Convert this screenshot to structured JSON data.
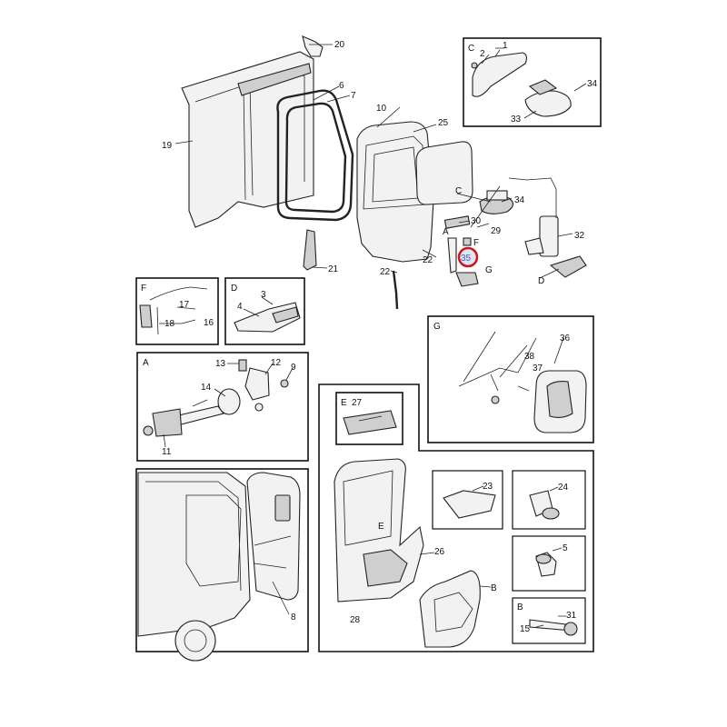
{
  "highlight": {
    "label": "35",
    "ring_color": "#d0141e"
  },
  "main_labels": {
    "l20": "20",
    "l6": "6",
    "l7": "7",
    "l19": "19",
    "l10": "10",
    "l25": "25",
    "l21": "21",
    "l22a": "22",
    "l22b": "22",
    "l30": "30",
    "l29": "29",
    "l34": "34",
    "l32": "32",
    "lA": "A",
    "lF": "F",
    "lG": "G",
    "lC": "C",
    "lD": "D"
  },
  "box_c": {
    "letter": "C",
    "l1": "1",
    "l2": "2",
    "l34": "34",
    "l33": "33"
  },
  "box_f": {
    "letter": "F",
    "l17": "17",
    "l18": "18",
    "l16": "16"
  },
  "box_d": {
    "letter": "D",
    "l3": "3",
    "l4": "4"
  },
  "box_g": {
    "letter": "G",
    "l36": "36",
    "l38": "38",
    "l37": "37"
  },
  "box_a": {
    "letter": "A",
    "l13": "13",
    "l12": "12",
    "l9": "9",
    "l14": "14",
    "l11": "11"
  },
  "box_cab": {
    "l8": "8"
  },
  "box_door": {
    "lE_top": "E",
    "l27": "27",
    "lE": "E",
    "l26": "26",
    "l28": "28",
    "lB": "B"
  },
  "box_23": {
    "l23": "23"
  },
  "box_24": {
    "l24": "24"
  },
  "box_5": {
    "l5": "5"
  },
  "box_b": {
    "letter": "B",
    "l31": "31",
    "l15": "15"
  }
}
